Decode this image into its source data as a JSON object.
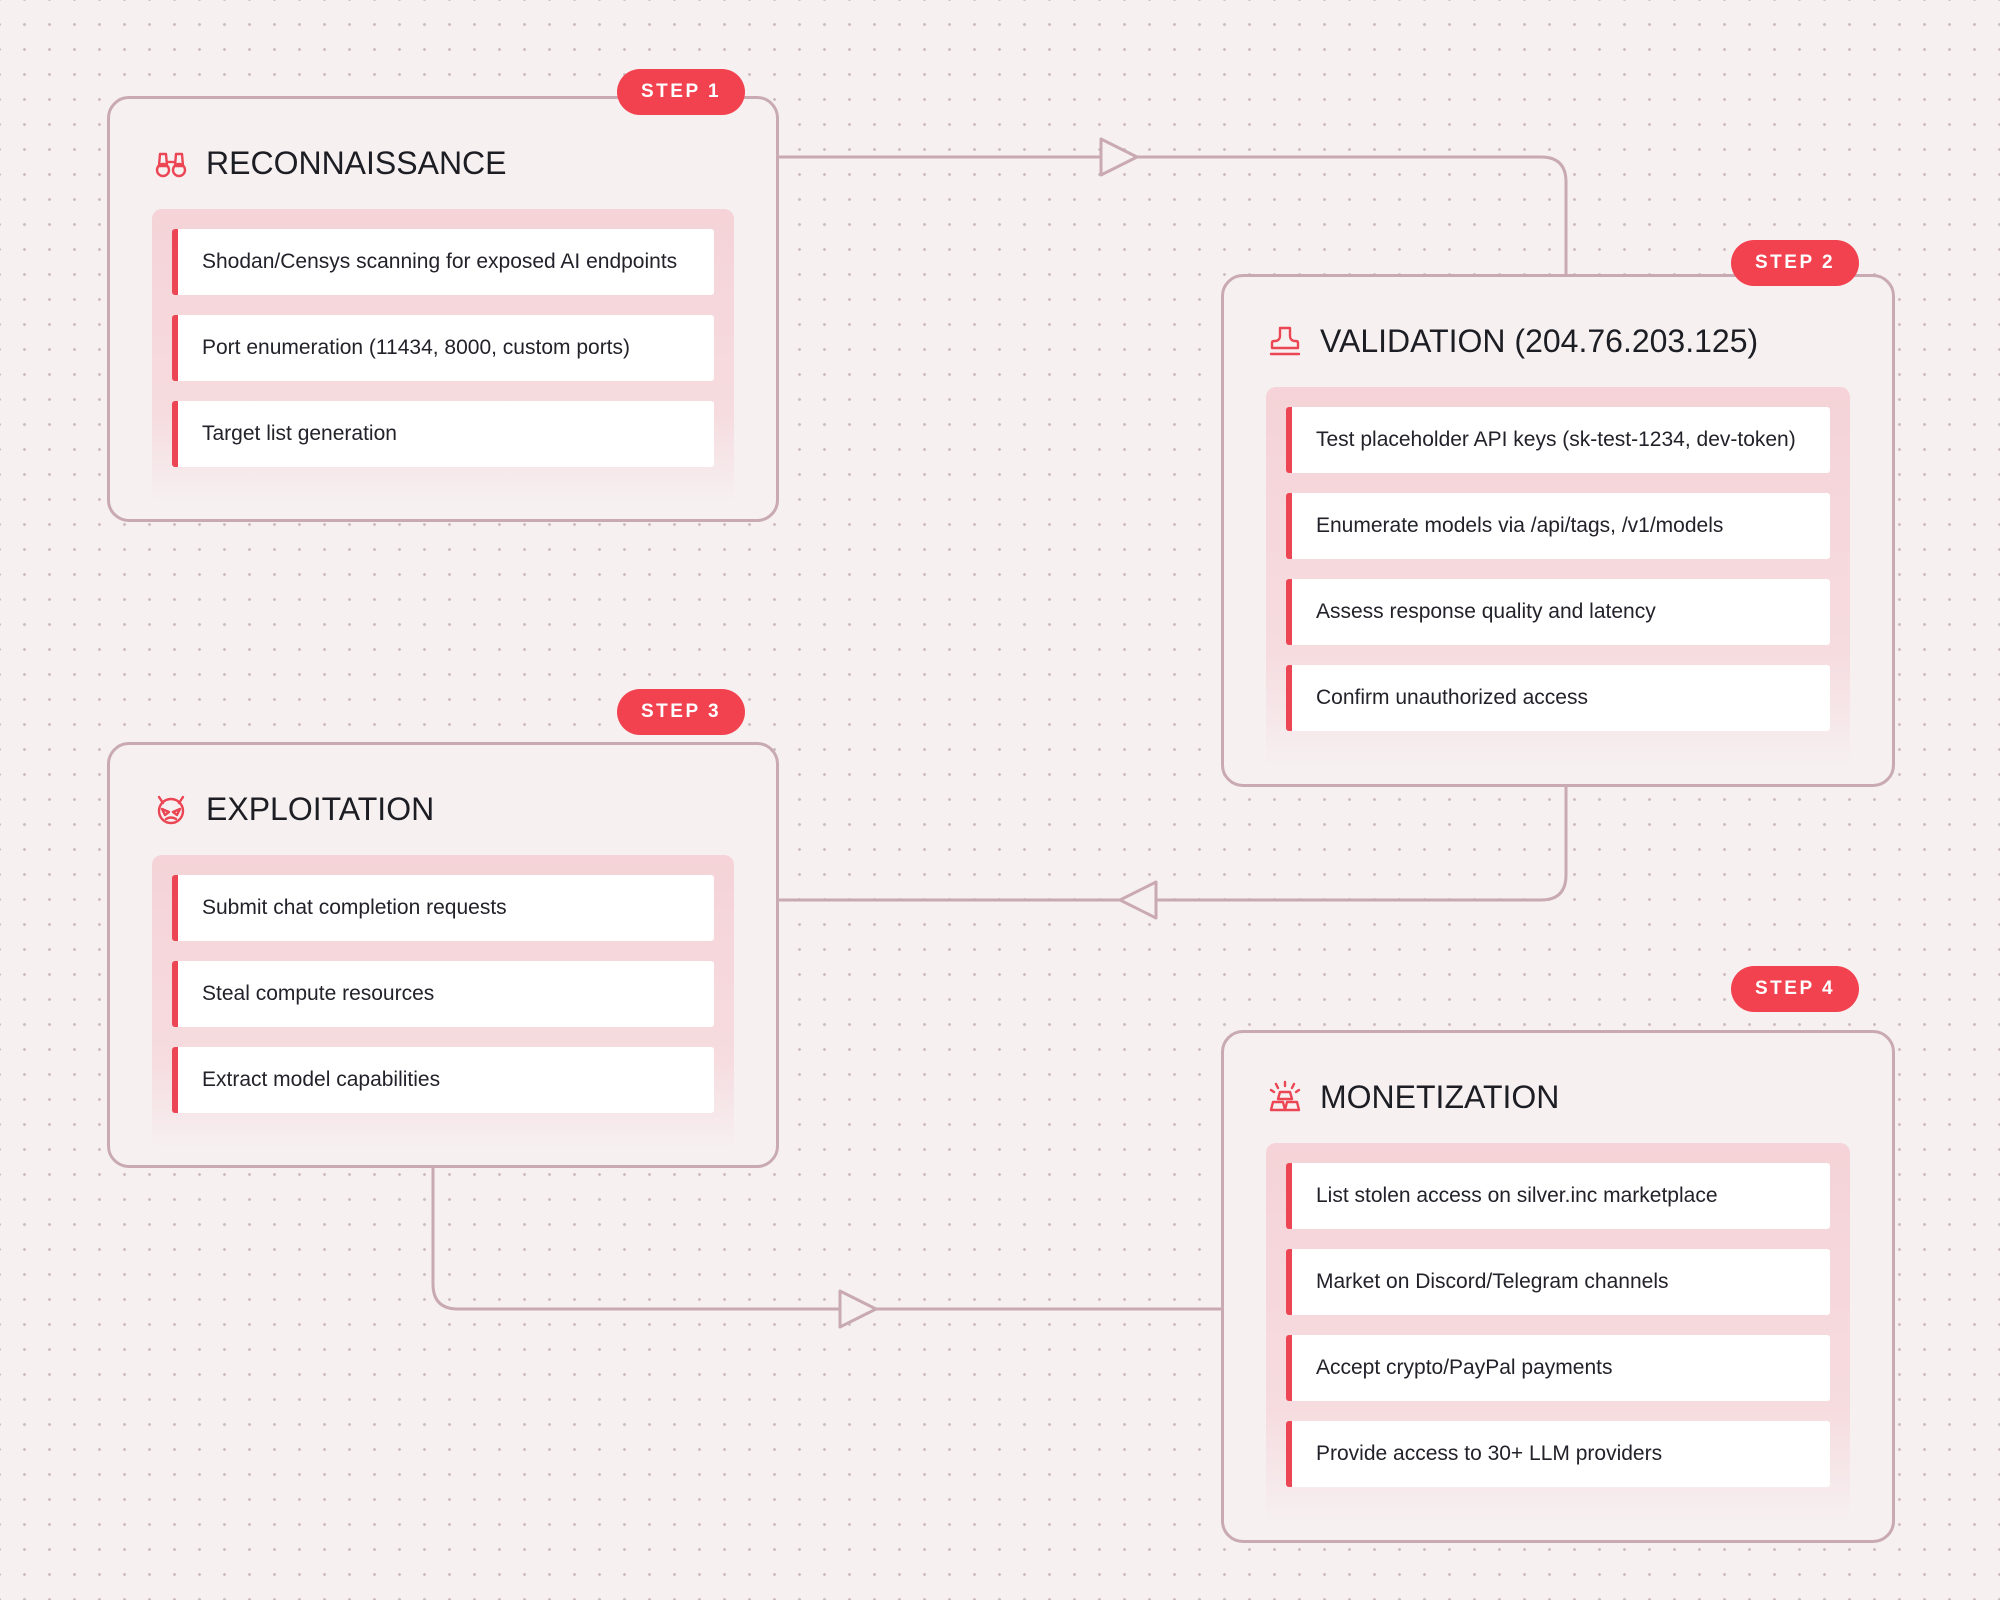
{
  "steps": [
    {
      "badge": "STEP 1",
      "icon": "binoculars-icon",
      "title": "RECONNAISSANCE",
      "items": [
        "Shodan/Censys scanning for exposed AI endpoints",
        "Port enumeration (11434, 8000, custom ports)",
        "Target list generation"
      ]
    },
    {
      "badge": "STEP 2",
      "icon": "stamp-icon",
      "title": "VALIDATION (204.76.203.125)",
      "items": [
        "Test placeholder API keys (sk-test-1234, dev-token)",
        "Enumerate models via /api/tags, /v1/models",
        "Assess response quality and latency",
        "Confirm unauthorized access"
      ]
    },
    {
      "badge": "STEP 3",
      "icon": "devil-mask-icon",
      "title": "EXPLOITATION",
      "items": [
        "Submit chat completion requests",
        "Steal compute resources",
        "Extract model capabilities"
      ]
    },
    {
      "badge": "STEP 4",
      "icon": "gold-bars-icon",
      "title": "MONETIZATION",
      "items": [
        "List stolen access on silver.inc marketplace",
        "Market on Discord/Telegram channels",
        "Accept crypto/PayPal payments",
        "Provide access to 30+ LLM providers"
      ]
    }
  ],
  "colors": {
    "accent": "#f2424f",
    "border": "#c9aab2",
    "background": "#f6f0f1",
    "item_panel": "#f5d3d8"
  }
}
